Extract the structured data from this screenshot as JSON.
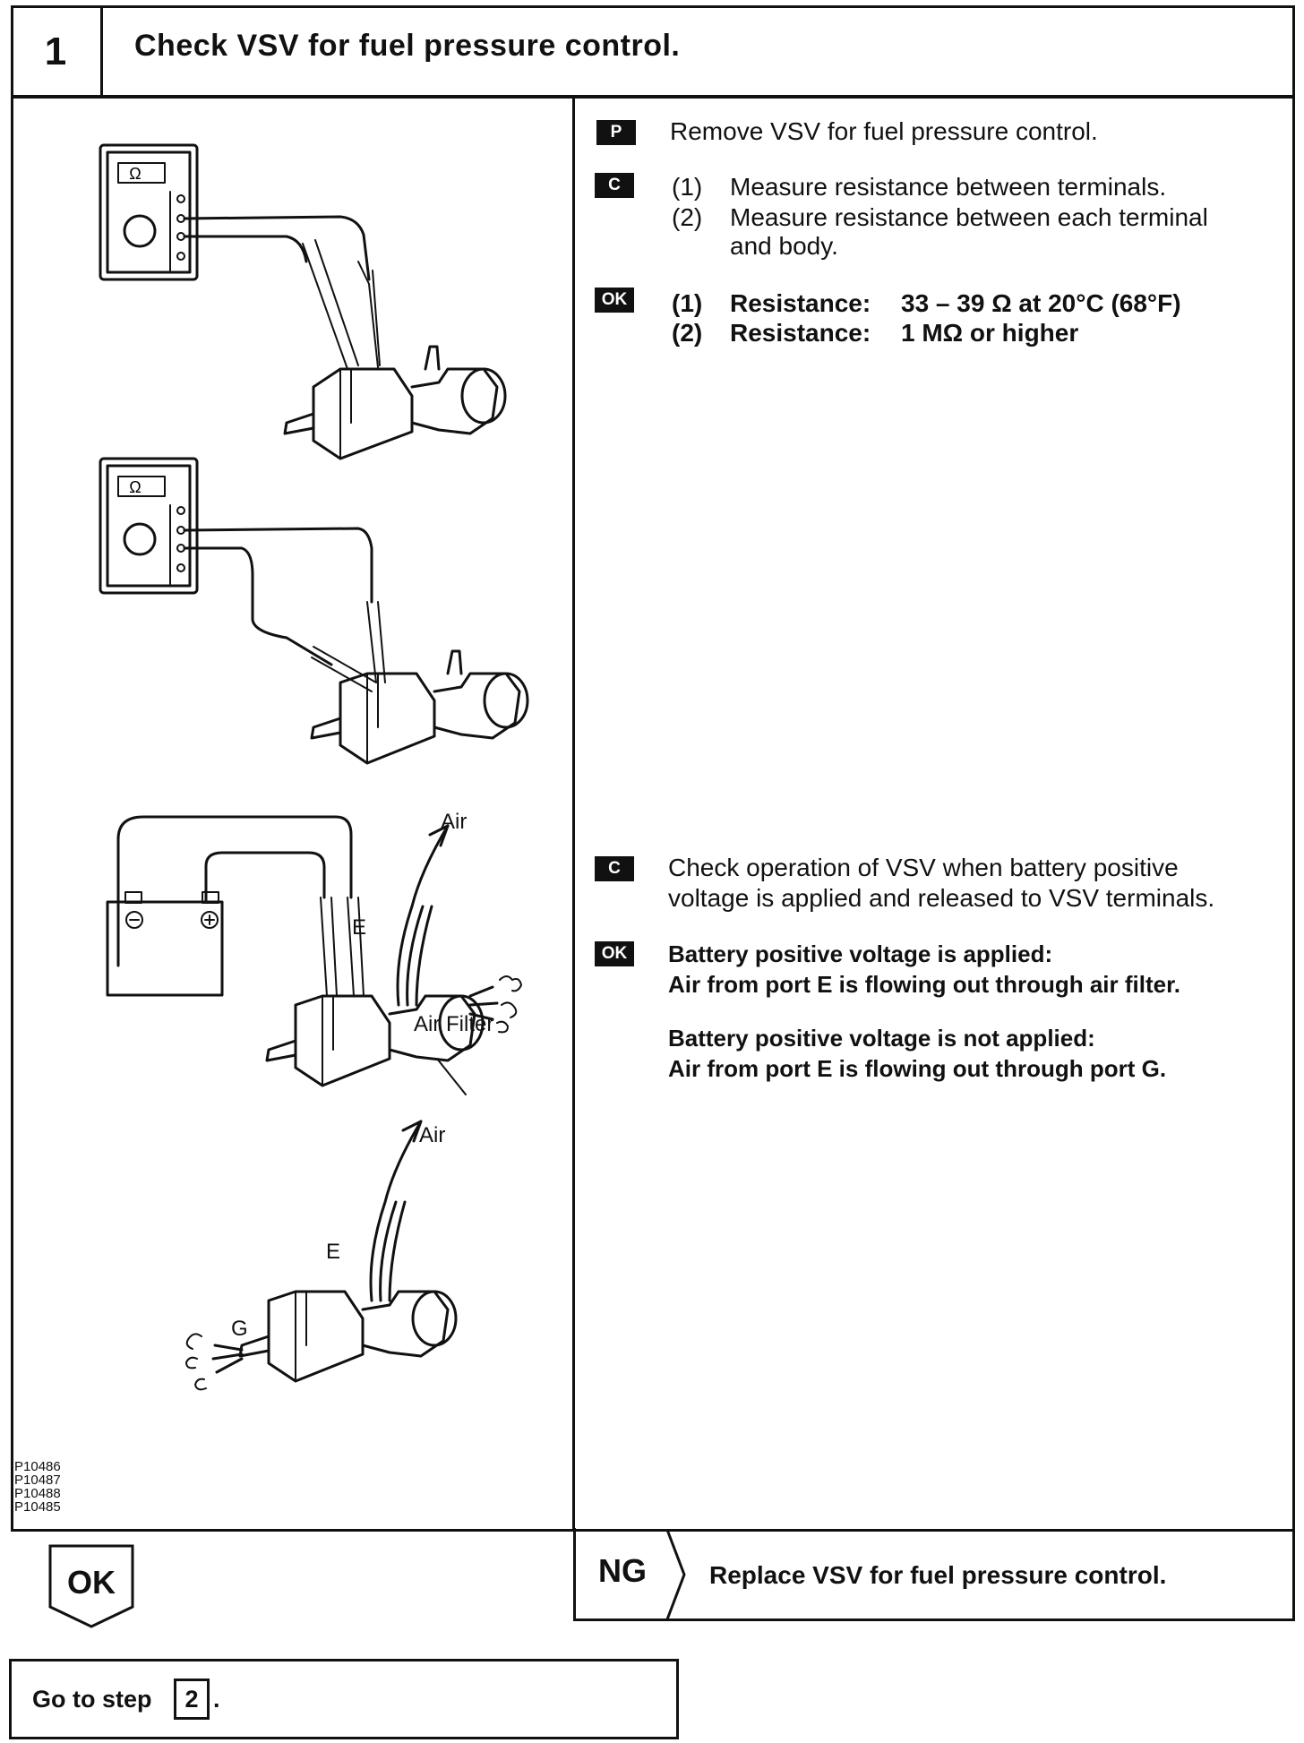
{
  "header": {
    "step_number": "1",
    "title": "Check VSV for fuel pressure control."
  },
  "instructions": {
    "prep_badge": "P",
    "prep_text": "Remove VSV for fuel pressure control.",
    "check1_badge": "C",
    "check1_line1_num": "(1)",
    "check1_line1_text": "Measure resistance between terminals.",
    "check1_line2_num": "(2)",
    "check1_line2_text": "Measure resistance between each terminal",
    "check1_line2_cont": "and body.",
    "ok1_badge": "OK",
    "ok1_line1_num": "(1)",
    "ok1_line1_label": "Resistance:",
    "ok1_line1_value": "33 – 39 Ω at 20°C (68°F)",
    "ok1_line2_num": "(2)",
    "ok1_line2_label": "Resistance:",
    "ok1_line2_value": "1 MΩ or higher",
    "check2_badge": "C",
    "check2_line1": "Check operation of VSV when battery positive",
    "check2_line2": "voltage is applied and released to VSV terminals.",
    "ok2_badge": "OK",
    "ok2_line1": "Battery positive voltage is applied:",
    "ok2_line2": "Air from port E is flowing out through air filter.",
    "ok2_line3": "Battery positive voltage is not applied:",
    "ok2_line4": "Air from port E is flowing out through port G."
  },
  "diagrams": {
    "ohm_symbol": "Ω",
    "air_label": "Air",
    "port_e": "E",
    "port_g": "G",
    "air_filter": "Air Filter",
    "minus": "−",
    "plus": "+",
    "ref_codes": [
      "P10486",
      "P10487",
      "P10488",
      "P10485"
    ]
  },
  "outcomes": {
    "ok_label": "OK",
    "ng_label": "NG",
    "ng_text": "Replace VSV for fuel pressure control.",
    "goto_text": "Go to step",
    "goto_step": "2",
    "goto_dot": "."
  }
}
